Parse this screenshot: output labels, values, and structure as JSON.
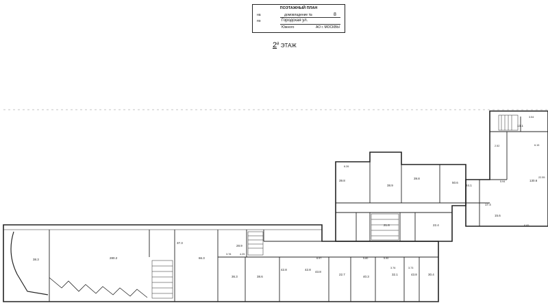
{
  "stamp": {
    "title": "ПОЭТАЖНЫЙ ПЛАН",
    "line1_left": "на",
    "line1_mid": "домовладение №",
    "line1_num": "8",
    "line2_left": "по",
    "street": "Городская ул.",
    "district": "Южного",
    "ao": "АО г. МОСКВЫ"
  },
  "floor": {
    "number": "2",
    "suffix": "й",
    "label": "ЭТАЖ"
  },
  "rooms": [
    {
      "id": "r1",
      "label": "38.3"
    },
    {
      "id": "r2",
      "label": "280.2"
    },
    {
      "id": "r3",
      "label": "66.3"
    },
    {
      "id": "r4",
      "label": "37.3"
    },
    {
      "id": "r5",
      "label": "28.9"
    },
    {
      "id": "r6",
      "label": "42.8"
    },
    {
      "id": "r7",
      "label": "42.8"
    },
    {
      "id": "r8",
      "label": "38.6"
    },
    {
      "id": "r9",
      "label": "36.3"
    },
    {
      "id": "r10",
      "label": "43.8"
    },
    {
      "id": "r11",
      "label": "22.7"
    },
    {
      "id": "r12",
      "label": "40.3"
    },
    {
      "id": "r13",
      "label": "32.1"
    },
    {
      "id": "r14",
      "label": "43.8"
    },
    {
      "id": "r15",
      "label": "30.4"
    },
    {
      "id": "r16",
      "label": "38.9"
    },
    {
      "id": "r17",
      "label": "39.8"
    },
    {
      "id": "r18",
      "label": "39.8"
    },
    {
      "id": "r19",
      "label": "50.6"
    },
    {
      "id": "r20",
      "label": "24.1"
    },
    {
      "id": "r21",
      "label": "17.4"
    },
    {
      "id": "r22",
      "label": "13.1"
    },
    {
      "id": "r23",
      "label": "130.6"
    },
    {
      "id": "r24",
      "label": "15.6"
    },
    {
      "id": "r25",
      "label": "21.8"
    },
    {
      "id": "r26",
      "label": "22.4"
    }
  ],
  "dims": [
    "6.26",
    "2.52",
    "3.54",
    "22.55",
    "5.90",
    "6.97",
    "4.25",
    "3.78",
    "5.80",
    "3.76",
    "3.73",
    "6.65",
    "5.94",
    "6.15"
  ]
}
